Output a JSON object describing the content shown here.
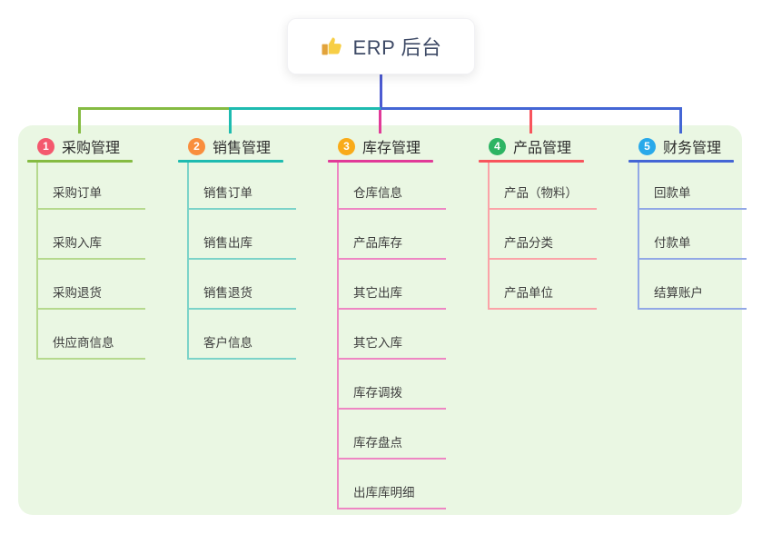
{
  "canvas": {
    "background": "#ffffff",
    "panel_background": "#eaf7e3"
  },
  "root": {
    "label": "ERP 后台",
    "icon": "thumbs-up-icon",
    "line_color": "#4c5bd2"
  },
  "branches": [
    {
      "num": "1",
      "title": "采购管理",
      "badge_color": "#f4586e",
      "line_color": "#85bb42",
      "child_line_color": "#b6d98e",
      "children": [
        "采购订单",
        "采购入库",
        "采购退货",
        "供应商信息"
      ]
    },
    {
      "num": "2",
      "title": "销售管理",
      "badge_color": "#f98e3d",
      "line_color": "#1ebbb0",
      "child_line_color": "#7cd3c9",
      "children": [
        "销售订单",
        "销售出库",
        "销售退货",
        "客户信息"
      ]
    },
    {
      "num": "3",
      "title": "库存管理",
      "badge_color": "#f9ab19",
      "line_color": "#e13a98",
      "child_line_color": "#ee86c3",
      "children": [
        "仓库信息",
        "产品库存",
        "其它出库",
        "其它入库",
        "库存调拨",
        "库存盘点",
        "出库库明细"
      ]
    },
    {
      "num": "4",
      "title": "产品管理",
      "badge_color": "#2db463",
      "line_color": "#f8545c",
      "child_line_color": "#fba3a8",
      "children": [
        "产品（物料）",
        "产品分类",
        "产品单位"
      ]
    },
    {
      "num": "5",
      "title": "财务管理",
      "badge_color": "#29a9ea",
      "line_color": "#4466d5",
      "child_line_color": "#92a8e6",
      "children": [
        "回款单",
        "付款单",
        "结算账户"
      ]
    }
  ]
}
